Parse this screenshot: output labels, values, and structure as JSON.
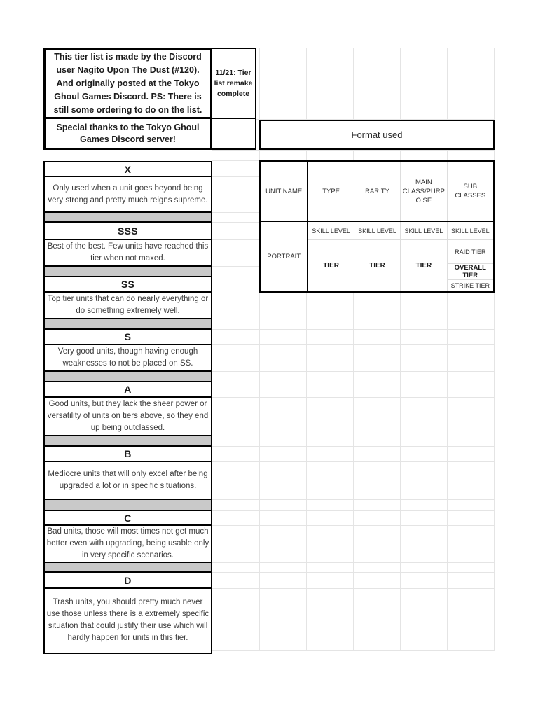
{
  "header": {
    "credit_note": "This tier list is made by the Discord user Nagito Upon The Dust (#120). And originally posted at the Tokyo Ghoul Games Discord. PS: There is still some ordering to do on the list.",
    "update_note": "11/21: Tier list remake complete",
    "thanks_note": "Special thanks to the Tokyo Ghoul Games Discord server!",
    "format_section_label": "Format used"
  },
  "format_table": {
    "columns": [
      "UNIT NAME",
      "TYPE",
      "RARITY",
      "MAIN CLASS/PURPO SE",
      "SUB CLASSES"
    ],
    "portrait_label": "PORTRAIT",
    "skill_level_label": "SKILL LEVEL",
    "tier_label": "TIER",
    "sub_tier_labels": [
      "RAID TIER",
      "OVERALL TIER",
      "STRIKE TIER"
    ]
  },
  "tiers": [
    {
      "name": "X",
      "description": "Only used when a unit goes beyond being very strong and pretty much reigns supreme."
    },
    {
      "name": "SSS",
      "description": "Best of the best. Few units have reached this tier when not maxed."
    },
    {
      "name": "SS",
      "description": "Top tier units that can do nearly everything or do something extremely well."
    },
    {
      "name": "S",
      "description": "Very good units, though having enough weaknesses to not be placed on SS."
    },
    {
      "name": "A",
      "description": "Good units, but they lack the sheer power or versatility of units on tiers above, so they end up being outclassed."
    },
    {
      "name": "B",
      "description": "Mediocre units that will only excel after being upgraded a lot or in specific situations."
    },
    {
      "name": "C",
      "description": "Bad units, those will most times not get much better even with upgrading, being usable only in very specific scenarios."
    },
    {
      "name": "D",
      "description": "Trash units, you should pretty much never use those unless there is a extremely specific situation that could justify their use which will hardly happen for units in this tier."
    }
  ],
  "colors": {
    "border": "#000000",
    "spacer_fill": "#c9c9c9",
    "grid_line": "#e4e4e4",
    "page_background": "#ffffff"
  }
}
